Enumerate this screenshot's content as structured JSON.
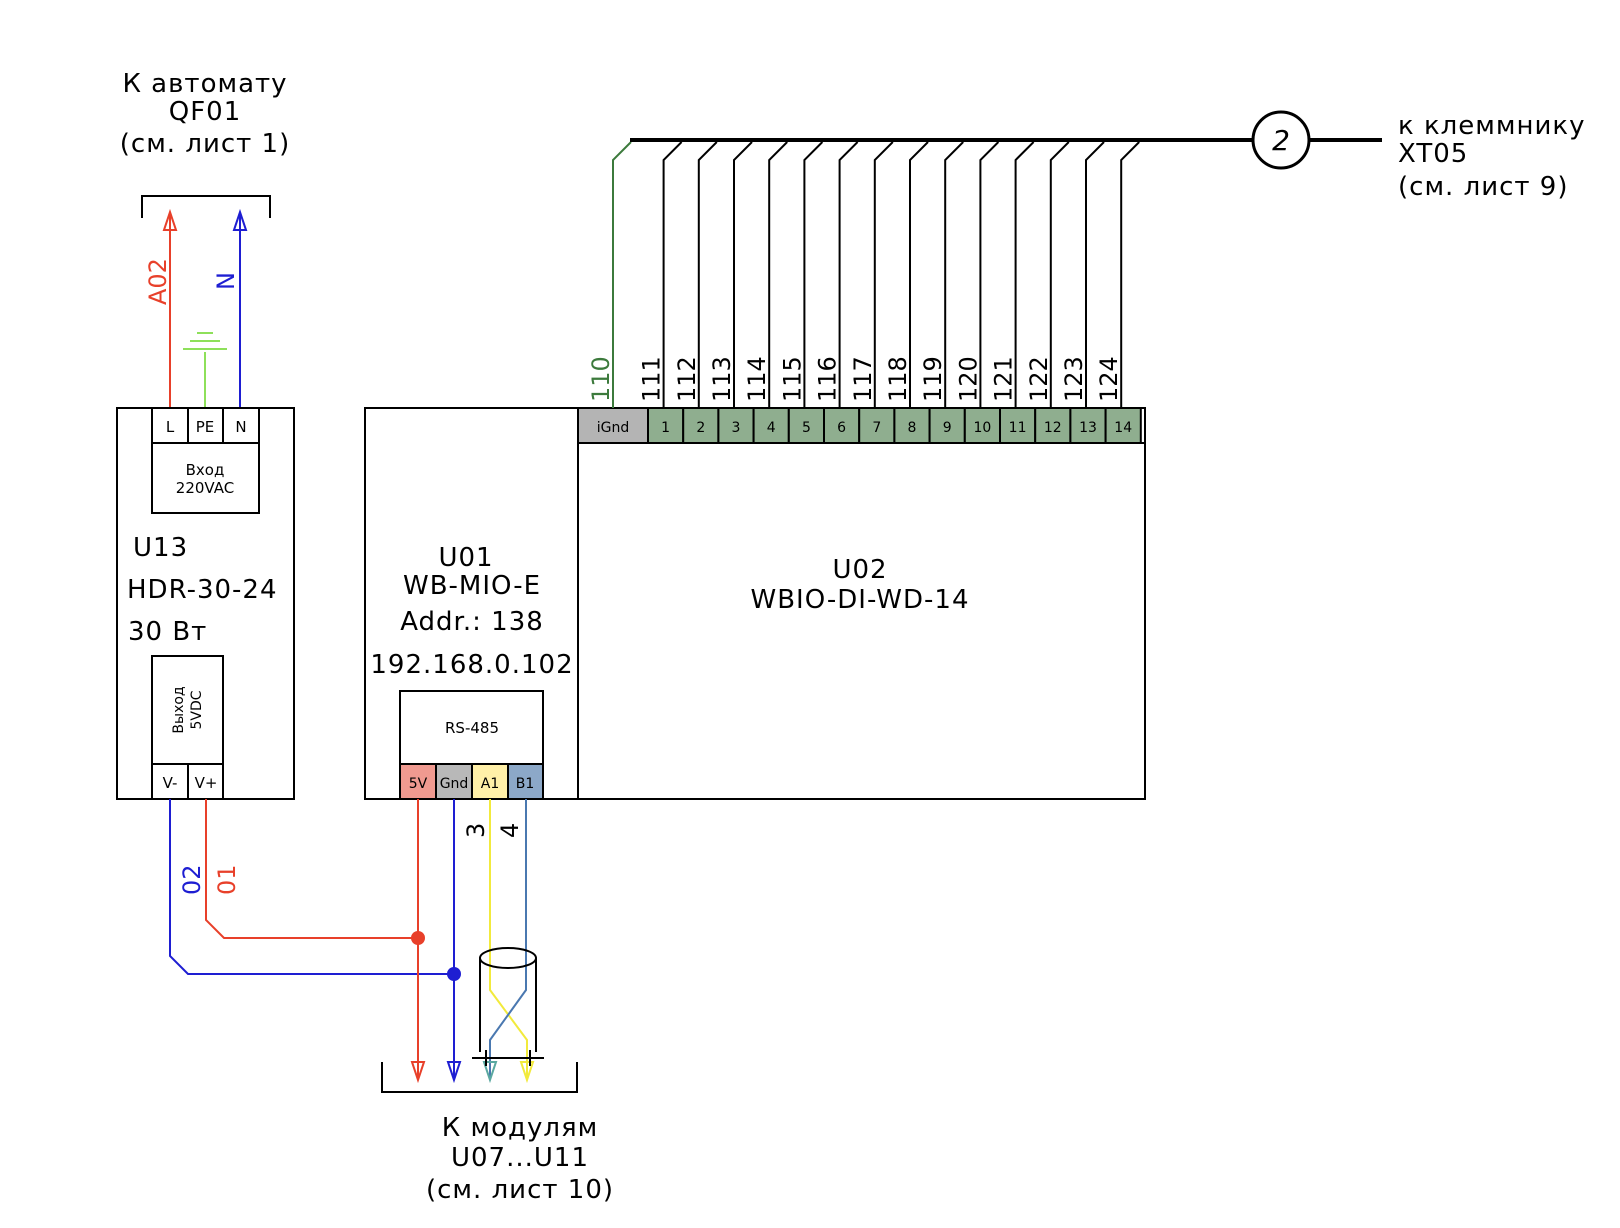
{
  "colors": {
    "red": "#e8402a",
    "blue": "#1e1ed2",
    "green_pe": "#8ee05a",
    "green_ignd": "#3c7a3c",
    "yellow": "#f2ea3c",
    "steel": "#4a78b0",
    "teal": "#5aa8a0",
    "terminal_green": "#8fae8f",
    "terminal_gray": "#b4b4b4",
    "terminal_5v": "#f09a90",
    "terminal_gnd": "#b8b8b8",
    "terminal_a1": "#fff0a8",
    "terminal_b1": "#8ca8c8"
  },
  "top_left_ref": {
    "line1": "К автомату",
    "line2": "QF01",
    "line3": "(см.  лист 1)"
  },
  "top_right_ref": {
    "line1": "к клеммнику",
    "line2": "XT05",
    "line3": "(см.  лист 9)"
  },
  "bottom_ref": {
    "line1": "К модулям",
    "line2": "U07...U11",
    "line3": "(см.  лист 10)"
  },
  "bus_marker": "2",
  "psu": {
    "id": "U13",
    "model": "HDR-30-24",
    "power": "30  Вт",
    "input_label_1": "Вход",
    "input_label_2": "220VAC",
    "output_label_1": "Выход",
    "output_label_2": "5VDC",
    "input_terminals": [
      "L",
      "PE",
      "N"
    ],
    "output_terminals": [
      "V-",
      "V+"
    ],
    "wire_a02": "A02",
    "wire_n": "N",
    "wire_01": "01",
    "wire_02": "02"
  },
  "u01": {
    "id": "U01",
    "model": "WB-MIO-E",
    "addr": "Addr.:  138",
    "ip": "192.168.0.102",
    "port_label": "RS-485",
    "terminals": [
      "5V",
      "Gnd",
      "A1",
      "B1"
    ],
    "wire_3": "3",
    "wire_4": "4"
  },
  "u02": {
    "id": "U02",
    "model": "WBIO-DI-WD-14",
    "terminals": [
      "iGnd",
      "1",
      "2",
      "3",
      "4",
      "5",
      "6",
      "7",
      "8",
      "9",
      "10",
      "11",
      "12",
      "13",
      "14"
    ],
    "wires": [
      "110",
      "111",
      "112",
      "113",
      "114",
      "115",
      "116",
      "117",
      "118",
      "119",
      "120",
      "121",
      "122",
      "123",
      "124"
    ]
  }
}
